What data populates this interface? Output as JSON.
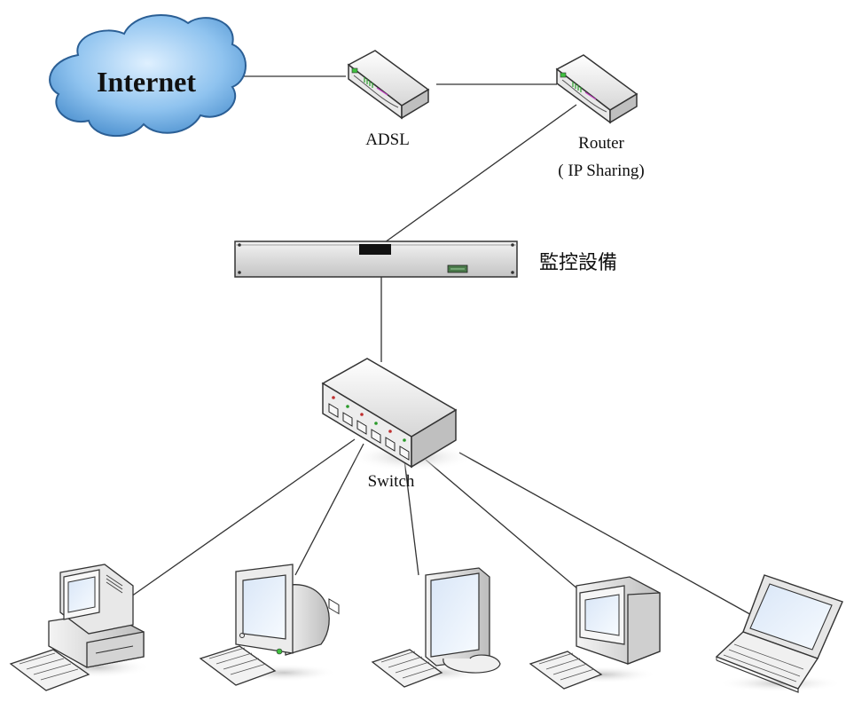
{
  "nodes": {
    "internet": {
      "label": "Internet"
    },
    "adsl": {
      "label": "ADSL"
    },
    "router": {
      "label": "Router",
      "sublabel": "( IP Sharing)"
    },
    "monitor_device": {
      "label": "監控設備"
    },
    "switch": {
      "label": "Switch"
    }
  },
  "clients": [
    {
      "icon": "desktop-tower-computer-icon"
    },
    {
      "icon": "crt-monitor-computer-icon"
    },
    {
      "icon": "flat-monitor-computer-icon"
    },
    {
      "icon": "mini-tower-computer-icon"
    },
    {
      "icon": "laptop-icon"
    }
  ],
  "links": [
    "internet-adsl",
    "adsl-router",
    "router-monitor_device",
    "monitor_device-switch",
    "switch-client1",
    "switch-client2",
    "switch-client3",
    "switch-client4",
    "switch-client5"
  ]
}
